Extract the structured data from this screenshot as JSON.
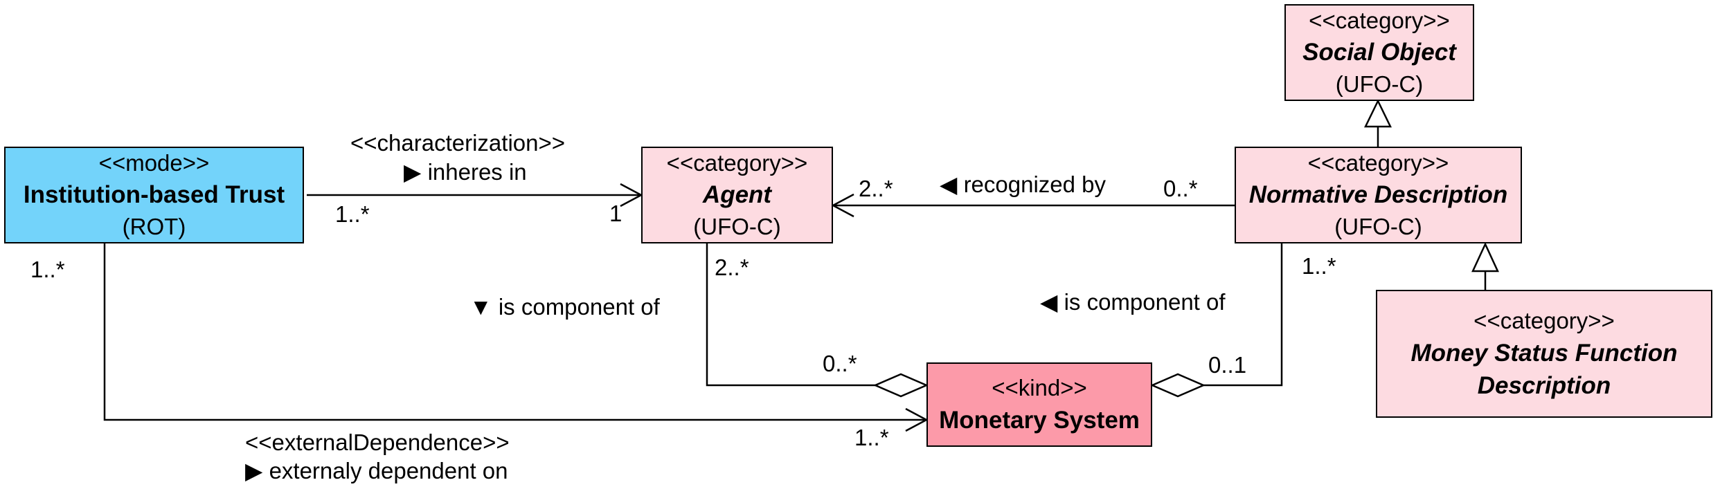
{
  "colors": {
    "mode_fill": "#73d3fa",
    "category_fill": "#fddbe1",
    "kind_fill": "#fc9aa9",
    "line": "#000000"
  },
  "classes": {
    "institution_trust": {
      "stereotype": "<<mode>>",
      "name": "Institution-based Trust",
      "namespace": "(ROT)"
    },
    "agent": {
      "stereotype": "<<category>>",
      "name": "Agent",
      "namespace": "(UFO-C)"
    },
    "social_object": {
      "stereotype": "<<category>>",
      "name": "Social Object",
      "namespace": "(UFO-C)"
    },
    "normative_description": {
      "stereotype": "<<category>>",
      "name": "Normative Description",
      "namespace": "(UFO-C)"
    },
    "money_status_function": {
      "stereotype": "<<category>>",
      "name_line1": "Money Status Function",
      "name_line2": "Description"
    },
    "monetary_system": {
      "stereotype": "<<kind>>",
      "name": "Monetary System"
    }
  },
  "associations": {
    "characterization": {
      "stereotype": "<<characterization>>",
      "name": "inheres in",
      "direction_icon": "triangle-right-icon",
      "source_mult": "1..*",
      "target_mult": "1"
    },
    "recognized_by": {
      "name": "recognized by",
      "direction_icon": "triangle-left-icon",
      "source_mult": "0..*",
      "target_mult": "2..*"
    },
    "agent_component": {
      "name": "is component of",
      "direction_icon": "triangle-down-icon",
      "part_mult": "2..*",
      "whole_mult": "0..*"
    },
    "normative_component": {
      "name": "is component of",
      "direction_icon": "triangle-left-icon",
      "part_mult": "1..*",
      "whole_mult": "0..1"
    },
    "external_dependence": {
      "stereotype": "<<externalDependence>>",
      "name": "externaly dependent on",
      "direction_icon": "triangle-right-icon",
      "source_mult": "1..*",
      "target_mult": "1..*"
    }
  }
}
